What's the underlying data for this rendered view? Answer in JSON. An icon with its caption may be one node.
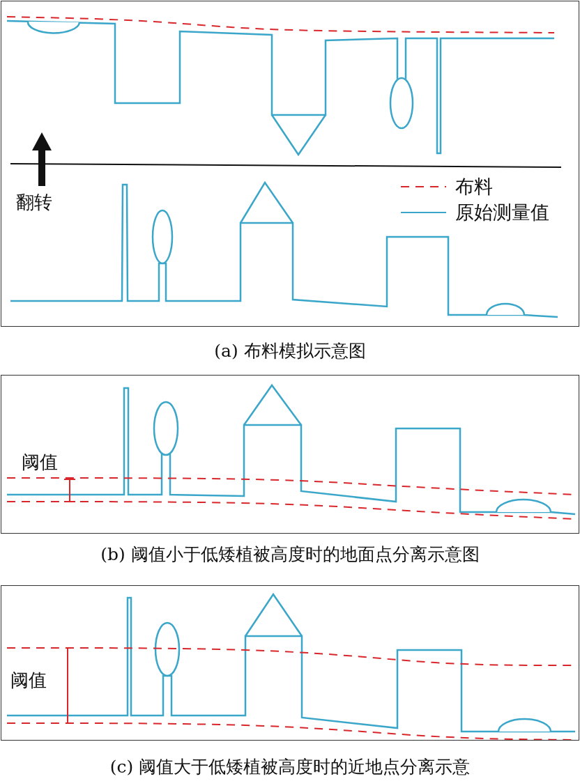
{
  "diagram": {
    "nodes": [
      {
        "text": [
          "翻转"
        ],
        "beside": [
          "(a) 布料模拟示意图"
        ]
      },
      {
        "text": [
          "阈值"
        ],
        "beside": [
          "(b) 阈值小于低矮植被高度时的地面点分离示意图"
        ]
      },
      {
        "text": [
          "阈值"
        ],
        "beside": [
          "(c) 阈值大于低矮植被高度时的近地点分离示意"
        ]
      }
    ],
    "legend": [
      {
        "text": "布料"
      },
      {
        "text": "原始测量值"
      }
    ]
  }
}
